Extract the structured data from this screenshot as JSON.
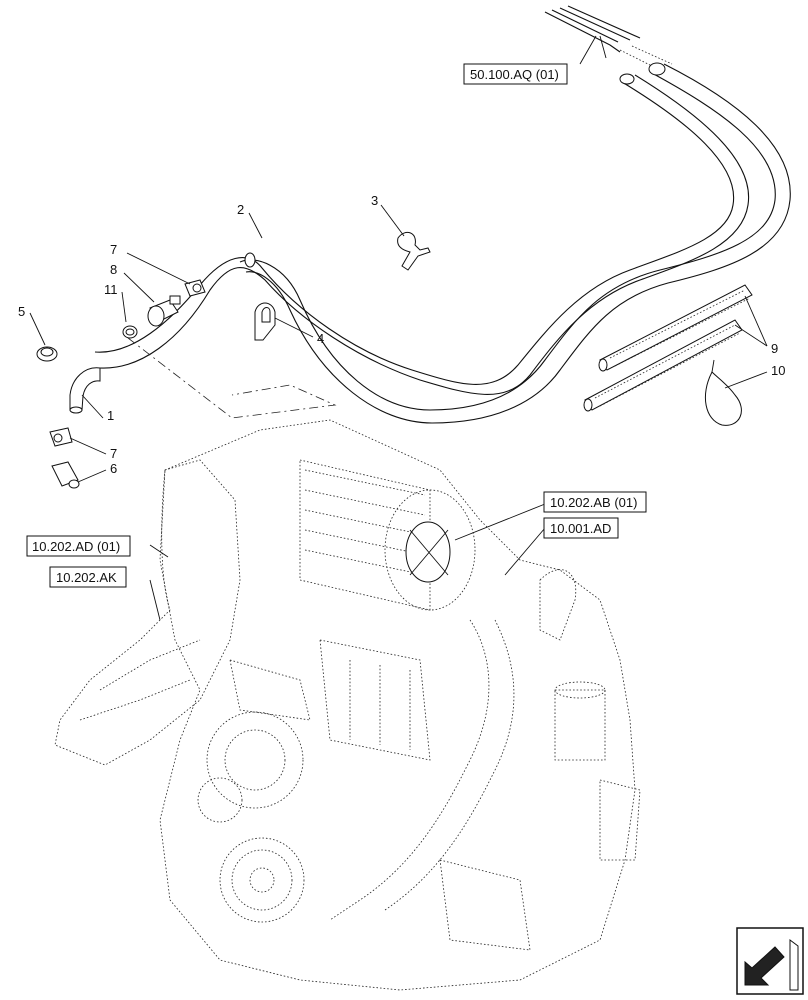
{
  "callouts": {
    "c1": "1",
    "c2": "2",
    "c3": "3",
    "c4": "4",
    "c5": "5",
    "c6": "6",
    "c7a": "7",
    "c7b": "7",
    "c8": "8",
    "c9": "9",
    "c10": "10",
    "c11": "11"
  },
  "references": {
    "ref_50_100_aq": "50.100.AQ (01)",
    "ref_10_202_ab": "10.202.AB (01)",
    "ref_10_001_ad": "10.001.AD",
    "ref_10_202_ad": "10.202.AD (01)",
    "ref_10_202_ak": "10.202.AK"
  },
  "navigation": {
    "icon": "arrow-icon"
  }
}
